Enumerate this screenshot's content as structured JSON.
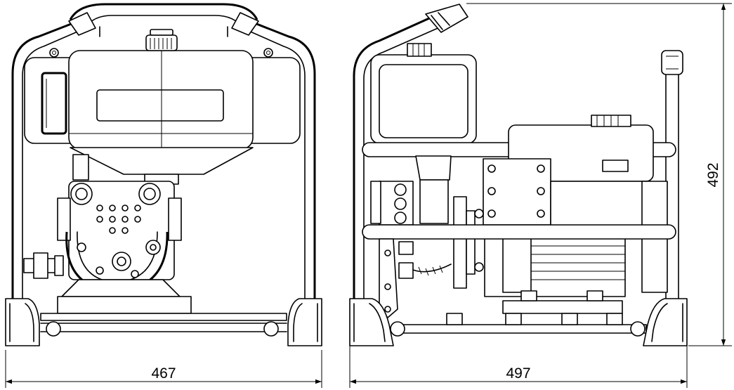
{
  "dimensions": {
    "front_width": "467",
    "side_length": "497",
    "height": "492"
  },
  "colors": {
    "line": "#000000",
    "background": "#ffffff"
  }
}
